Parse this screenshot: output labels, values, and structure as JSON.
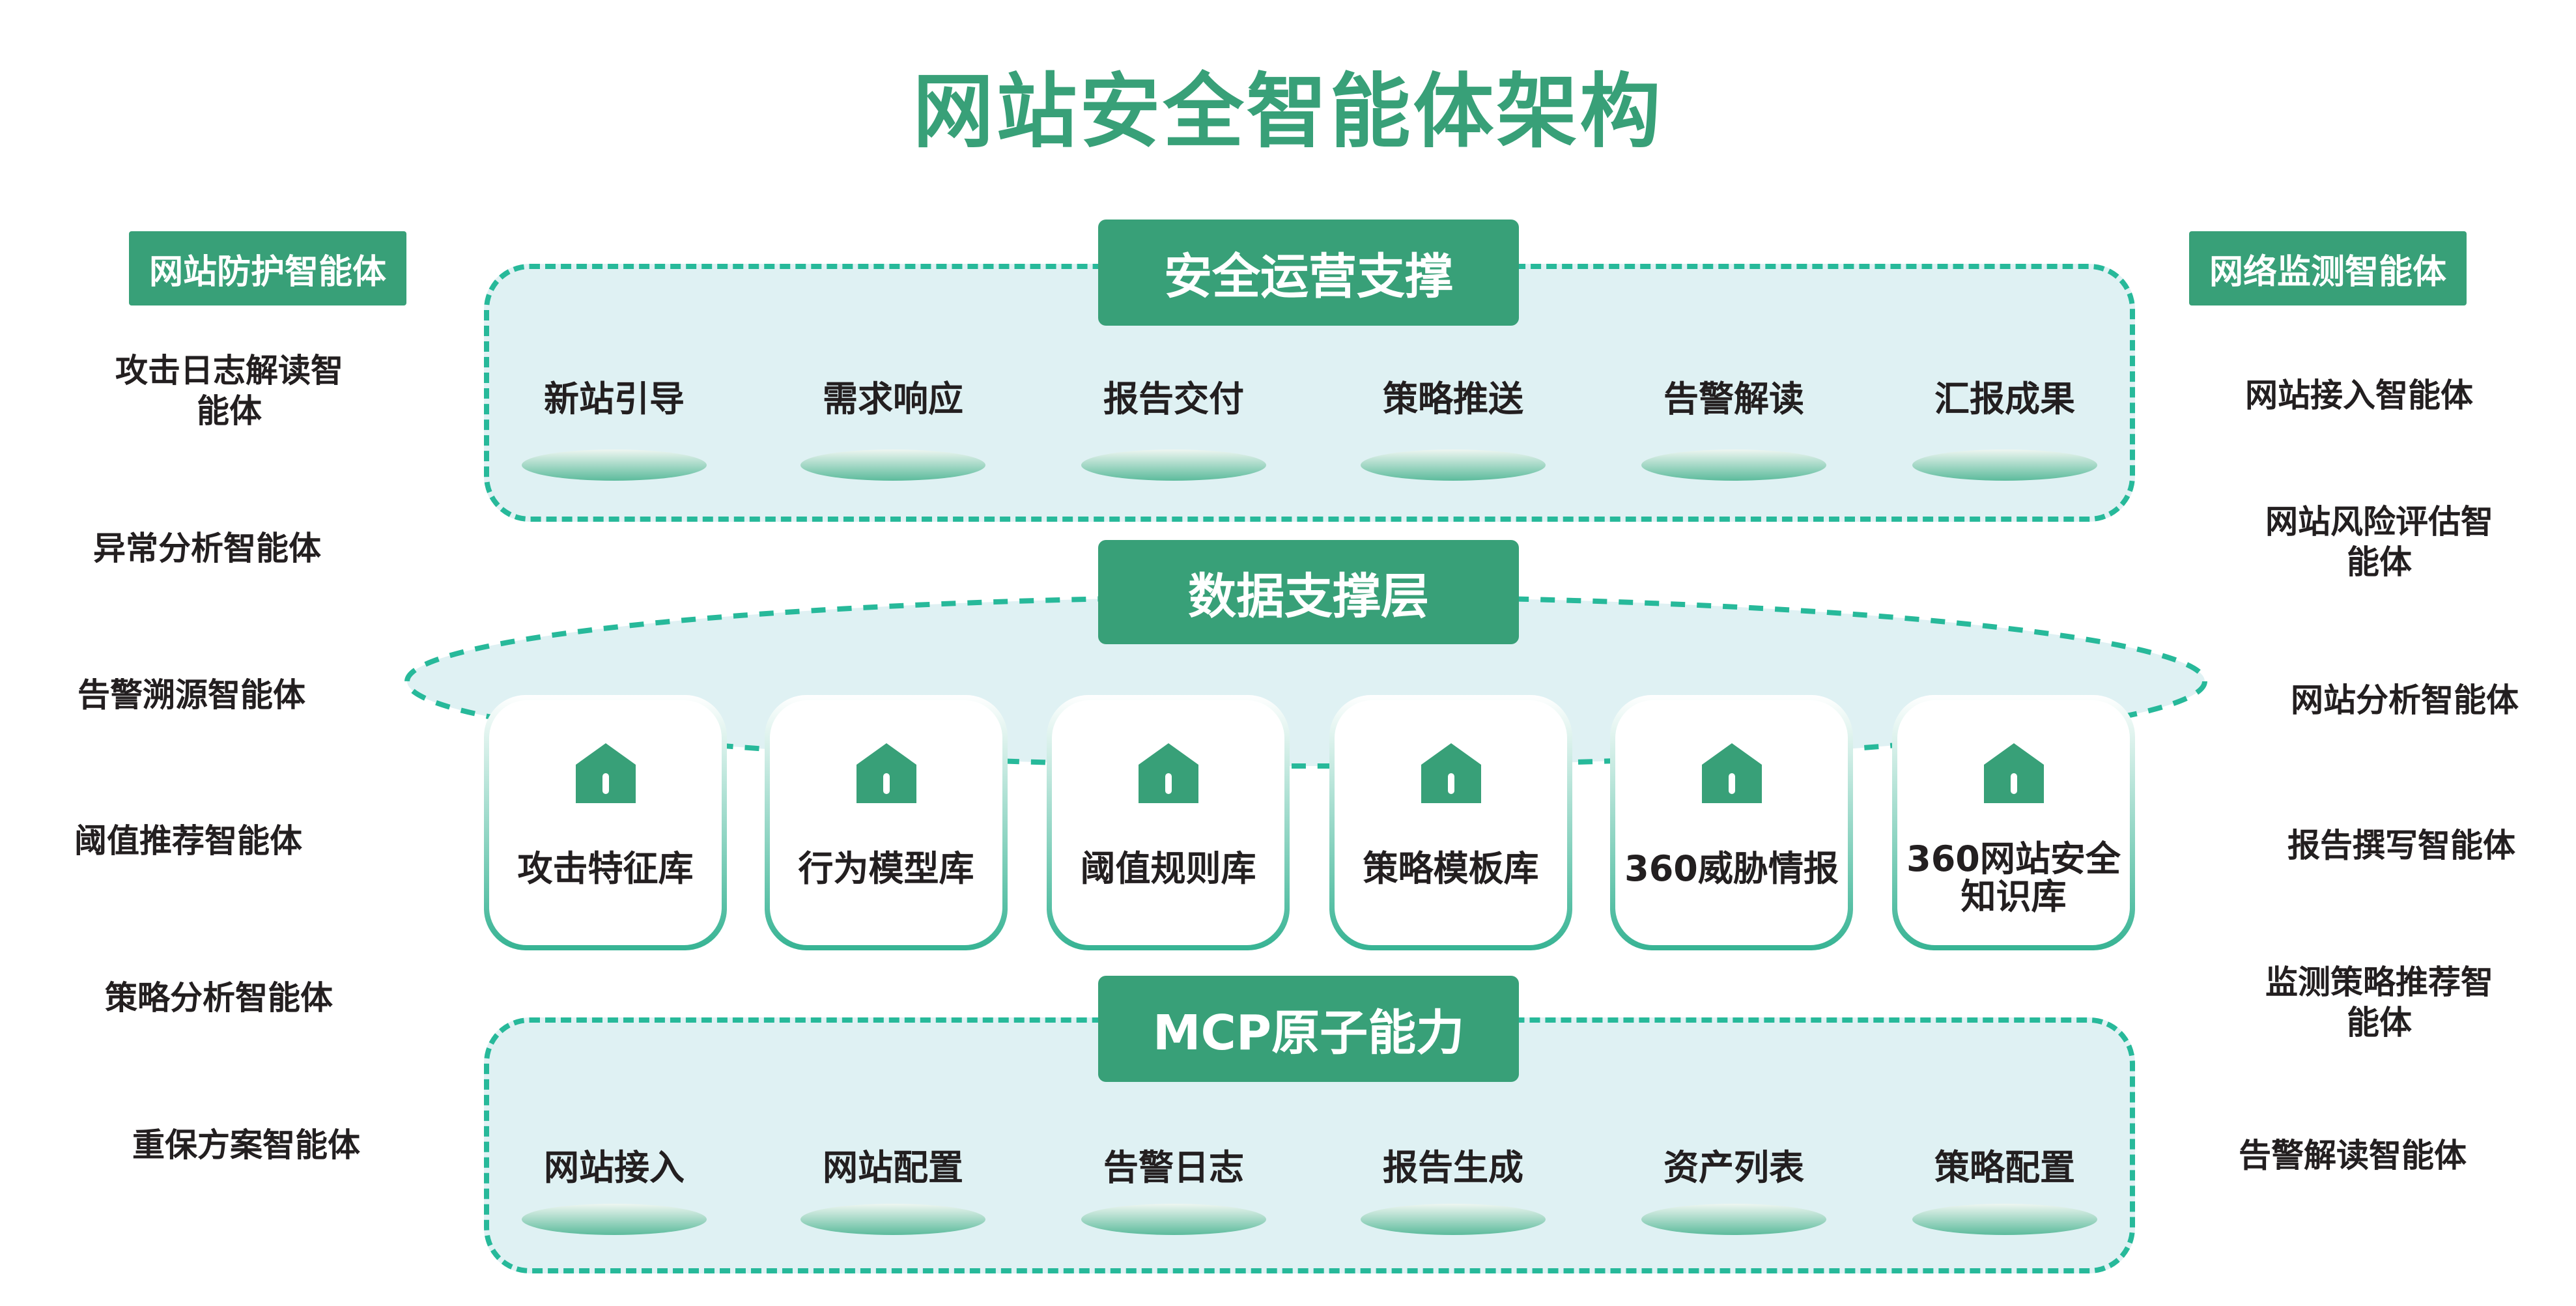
{
  "title": "网站安全智能体架构",
  "colors": {
    "primary": "#38a078",
    "dash": "#27b99a",
    "panel": "#dff1f3"
  },
  "left": {
    "header": "网站防护智能体",
    "items": [
      [
        "攻击日志解读智",
        "能体"
      ],
      [
        "异常分析智能体"
      ],
      [
        "告警溯源智能体"
      ],
      [
        "阈值推荐智能体"
      ],
      [
        "策略分析智能体"
      ],
      [
        "重保方案智能体"
      ]
    ]
  },
  "right": {
    "header": "网络监测智能体",
    "items": [
      [
        "网站接入智能体"
      ],
      [
        "网站风险评估智",
        "能体"
      ],
      [
        "网站分析智能体"
      ],
      [
        "报告撰写智能体"
      ],
      [
        "监测策略推荐智",
        "能体"
      ],
      [
        "告警解读智能体"
      ]
    ]
  },
  "ops": {
    "label": "安全运营支撑",
    "items": [
      "新站引导",
      "需求响应",
      "报告交付",
      "策略推送",
      "告警解读",
      "汇报成果"
    ]
  },
  "data_layer": {
    "label": "数据支撑层",
    "cards": [
      [
        "攻击特征库"
      ],
      [
        "行为模型库"
      ],
      [
        "阈值规则库"
      ],
      [
        "策略模板库"
      ],
      [
        "360威胁情报"
      ],
      [
        "360网站安全",
        "知识库"
      ]
    ]
  },
  "mcp": {
    "label": "MCP原子能力",
    "items": [
      "网站接入",
      "网站配置",
      "告警日志",
      "报告生成",
      "资产列表",
      "策略配置"
    ]
  }
}
